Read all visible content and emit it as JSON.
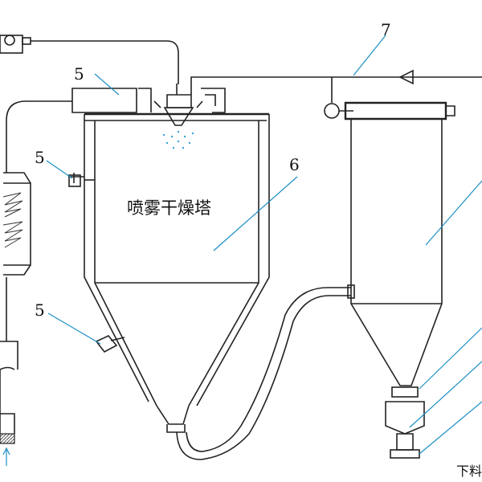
{
  "diagram": {
    "tower_label": "喷雾干燥塔",
    "labels": {
      "heater_damper": "5",
      "valve_upper": "5",
      "valve_lower": "5",
      "tower": "6",
      "pipe": "7"
    },
    "discharge_label": "下料"
  },
  "colors": {
    "line": "#222222",
    "leader": "#1c8fc4",
    "spray": "#3aa7d6"
  }
}
